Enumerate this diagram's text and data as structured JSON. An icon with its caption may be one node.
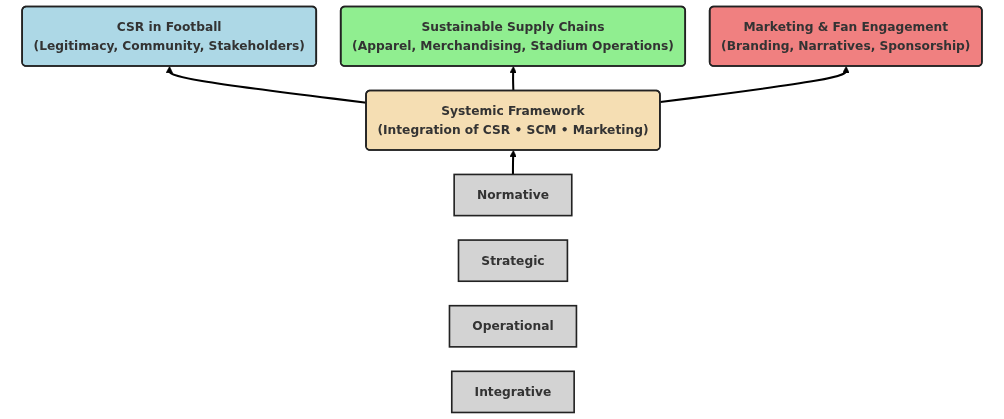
{
  "diagram": {
    "nodes": [
      {
        "text": [
          "CSR in Football",
          "(Legitimacy, Community, Stakeholders)"
        ]
      },
      {
        "text": [
          "Sustainable Supply Chains",
          "(Apparel, Merchandising, Stadium Operations)"
        ]
      },
      {
        "text": [
          "Marketing & Fan Engagement",
          "(Branding, Narratives, Sponsorship)"
        ]
      },
      {
        "text": [
          "Systemic Framework",
          "(Integration of CSR • SCM • Marketing)"
        ]
      },
      {
        "text": [
          "Normative"
        ]
      },
      {
        "text": [
          "Strategic"
        ]
      },
      {
        "text": [
          "Operational"
        ]
      },
      {
        "text": [
          "Integrative"
        ]
      }
    ],
    "edges": [
      {
        "from": 3,
        "to": 0,
        "arrow": "to"
      },
      {
        "from": 3,
        "to": 1,
        "arrow": "to"
      },
      {
        "from": 3,
        "to": 2,
        "arrow": "to"
      },
      {
        "from": 4,
        "to": 3,
        "arrow": "to"
      }
    ]
  }
}
